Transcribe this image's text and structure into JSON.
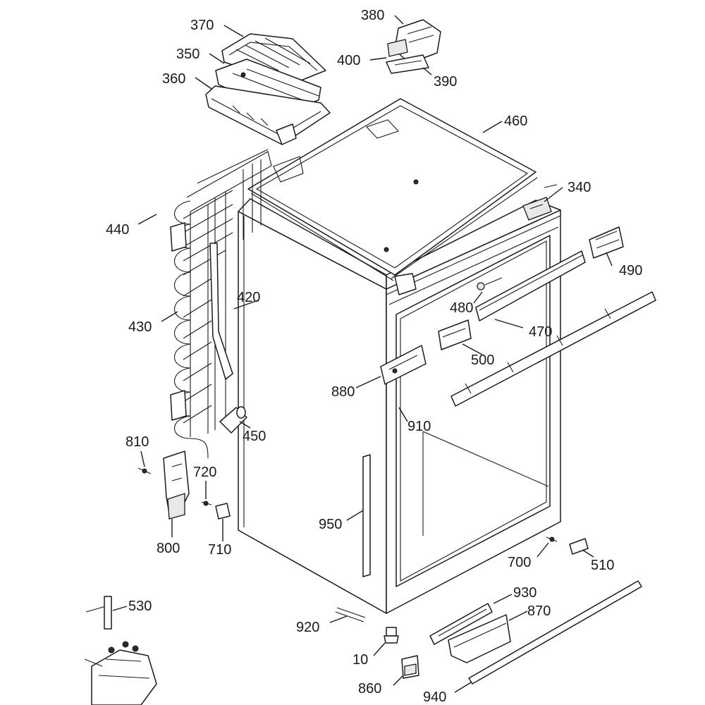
{
  "diagram": {
    "labels": {
      "p370": "370",
      "p350": "350",
      "p360": "360",
      "p380": "380",
      "p400": "400",
      "p390": "390",
      "p460": "460",
      "p340": "340",
      "p440": "440",
      "p490": "490",
      "p420": "420",
      "p480": "480",
      "p430": "430",
      "p470": "470",
      "p500": "500",
      "p880": "880",
      "p450": "450",
      "p910": "910",
      "p810": "810",
      "p720": "720",
      "p950": "950",
      "p800": "800",
      "p710": "710",
      "p700": "700",
      "p510": "510",
      "p930": "930",
      "p530": "530",
      "p870": "870",
      "p920": "920",
      "p10": "10",
      "p860": "860",
      "p940": "940"
    }
  }
}
